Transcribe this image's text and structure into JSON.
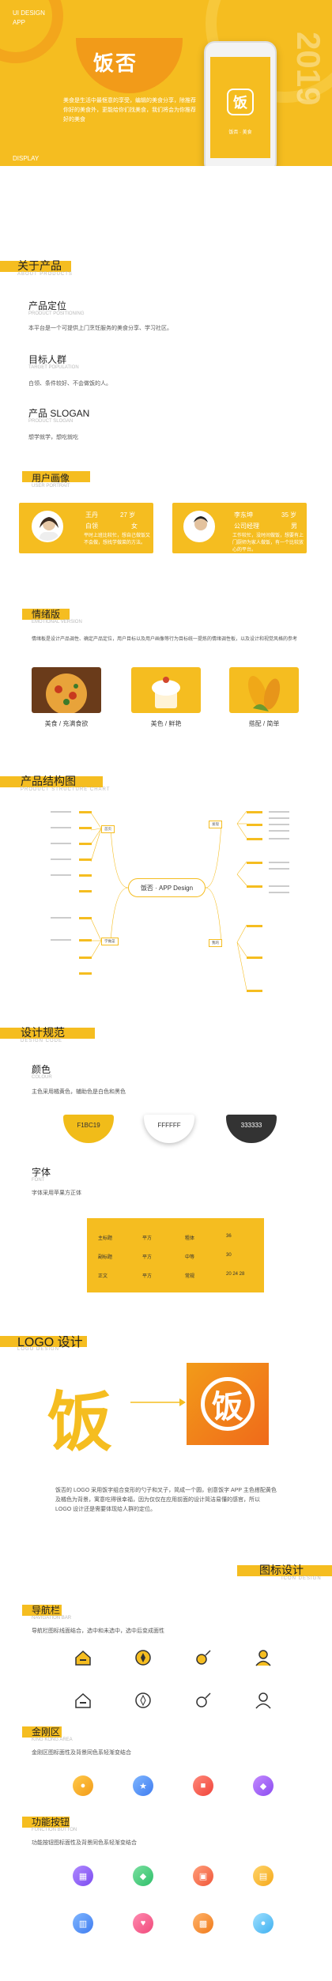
{
  "hero": {
    "top_label_1": "UI DESIGN",
    "top_label_2": "APP",
    "title": "饭否",
    "desc": "美食是生活中最惬意的享受，编辑的美食分享，除推荐你好的美食外，更能给你们找美食，我们将会为你推荐好的美食",
    "display_label": "DISPLAY",
    "year": "2019",
    "phone_logo": "饭",
    "phone_caption": "饭否 · 美食"
  },
  "about": {
    "title": "关于产品",
    "en": "ABOUT PRODUCTS",
    "positioning_title": "产品定位",
    "positioning_en": "PRODUCT POSITIONING",
    "positioning_text": "本平台是一个可提供上门烹饪服务的美食分享、学习社区。",
    "target_title": "目标人群",
    "target_en": "TARGET POPULATION",
    "target_text": "白领、条件较好、不会做饭的人。",
    "slogan_title": "产品 SLOGAN",
    "slogan_en": "PRODUCT SLOGAN",
    "slogan_text": "想学就学，想吃就吃"
  },
  "persona": {
    "title": "用户画像",
    "en": "USER PORTRAIT",
    "cards": [
      {
        "name": "王丹",
        "age": "27 岁",
        "job": "白领",
        "gender": "女",
        "quote": "平时上班比较忙，想自己做饭又不会做，想找学做菜的方法。"
      },
      {
        "name": "李东坤",
        "age": "35 岁",
        "job": "公司经理",
        "gender": "男",
        "quote": "工作较忙，没时间做饭，想要有上门厨师为家人做饭，有一个比较放心的平台。"
      }
    ]
  },
  "emotion": {
    "title": "情绪版",
    "en": "EMOTIONAL VERSION",
    "text": "情绪板是设计产品调性、确定产品定位，用户目标以及用户画像等行为目标统一提炼的情绪调性板，以及设计和视觉风格的参考",
    "items": [
      "美食 / 充满食欲",
      "美色 / 鲜艳",
      "搭配 / 简单"
    ]
  },
  "structure": {
    "title": "产品结构图",
    "en": "PRODUCT STRUCTURE CHART",
    "center": "饭否 · APP Design",
    "branches": [
      "首页",
      "发现",
      "学做菜",
      "我的"
    ]
  },
  "design_spec": {
    "title": "设计规范",
    "en": "DESIGN CODE",
    "color_title": "颜色",
    "color_en": "COLOUR",
    "color_text": "主色采用橘黄色，辅助色是白色和黑色",
    "colors": [
      {
        "hex": "F1BC19",
        "fill": "#F1BC19"
      },
      {
        "hex": "FFFFFF",
        "fill": "#FFFFFF"
      },
      {
        "hex": "333333",
        "fill": "#333333"
      }
    ],
    "font_title": "字体",
    "font_en": "FONT",
    "font_text": "字体采用苹果方正体",
    "font_table": [
      [
        "主标题",
        "平方",
        "粗体",
        "36"
      ],
      [
        "副标题",
        "平方",
        "中等",
        "30"
      ],
      [
        "正文",
        "平方",
        "常规",
        "20  24  28"
      ]
    ]
  },
  "logo": {
    "title": "LOGO 设计",
    "en": "LOGO DESIGN",
    "char": "饭",
    "text": "饭否的 LOGO 采用饭字组合变形的勺子和叉子，简成一个圆，创意饭字 APP 主色搭配黄色及橘色为背景，寓意吃得很幸福，因为仅仅在应用前面的设计简洁易懂的感官，所以 LOGO 设计还是需要体现给人群的定位。"
  },
  "icons": {
    "title": "图标设计",
    "en": "ICON DESIGN",
    "nav_title": "导航栏",
    "nav_en": "NAVIGATION BAR",
    "nav_text": "导航栏图标线面结合，选中和未选中，选中后变成面性",
    "kingkong_title": "金刚区",
    "kingkong_en": "KING KONG AREA",
    "kingkong_text": "金刚区图标面性及背景同色系轻渐变结合",
    "func_title": "功能按钮",
    "func_en": "FUNCTION BUTTON",
    "func_text": "功能按钮图标面性及背景同色系轻渐变结合",
    "colors": {
      "accent": "#F5BD20",
      "orange": "#F29B19"
    }
  }
}
